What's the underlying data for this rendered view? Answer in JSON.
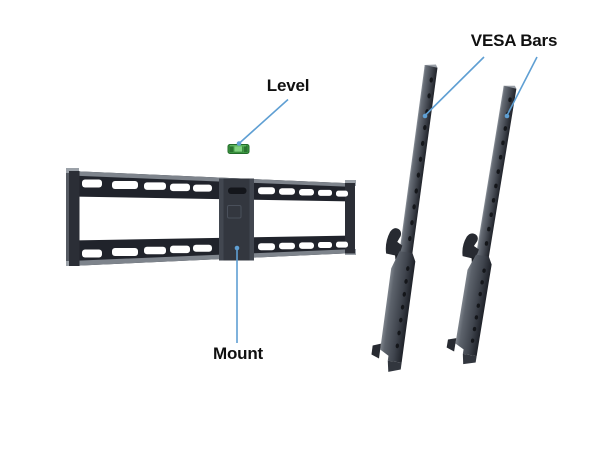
{
  "diagram": {
    "labels": {
      "level": "Level",
      "mount": "Mount",
      "vesa_bars": "VESA Bars"
    },
    "parts": [
      {
        "name": "Level"
      },
      {
        "name": "Mount"
      },
      {
        "name": "VESA Bars"
      }
    ],
    "colors": {
      "background": "#ffffff",
      "leader_line": "#5f9fd3",
      "label_text": "#101010",
      "level_green": "#3f9c43",
      "metal_dark": "#20232b",
      "metal_mid": "#4a4f58",
      "metal_light": "#8d939b"
    }
  }
}
